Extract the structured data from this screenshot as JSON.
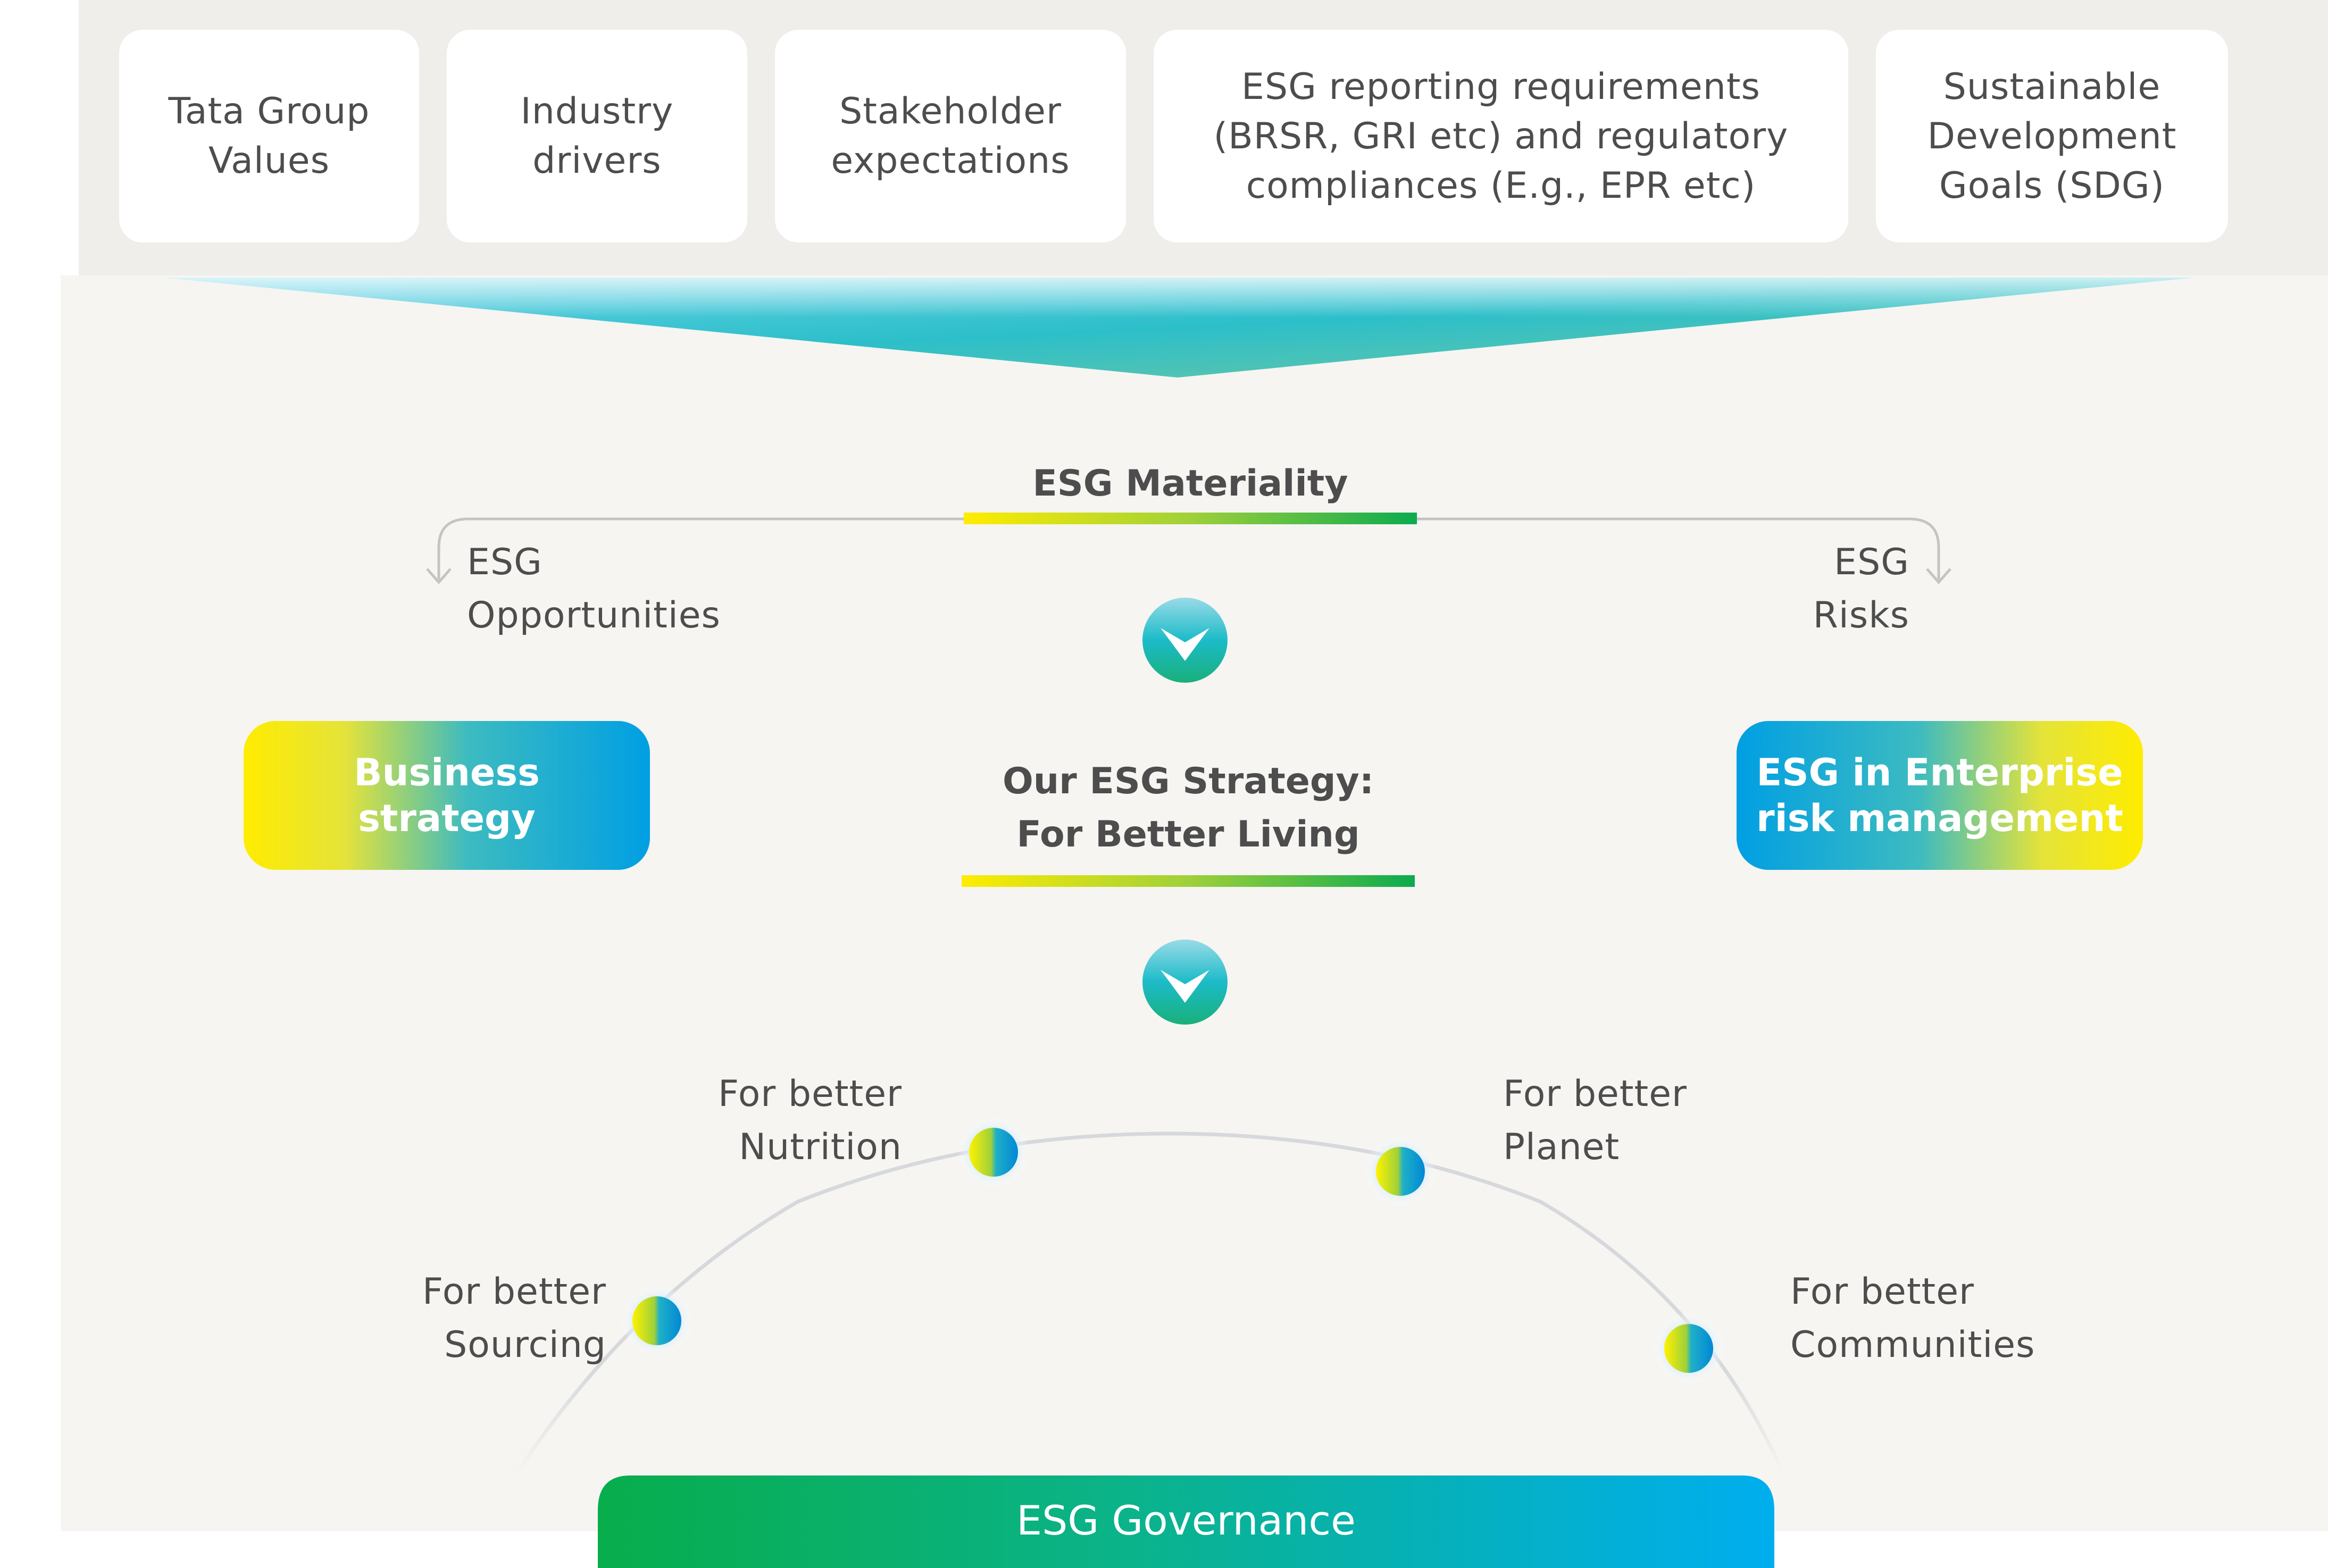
{
  "sources": [
    {
      "label": "Tata Group\nValues"
    },
    {
      "label": "Industry\ndrivers"
    },
    {
      "label": "Stakeholder\nexpectations"
    },
    {
      "label": "ESG reporting requirements\n(BRSR, GRI etc) and regulatory\ncompliances (E.g., EPR etc)"
    },
    {
      "label": "Sustainable\nDevelopment\nGoals (SDG)"
    }
  ],
  "materiality": "ESG Materiality",
  "opportunities": "ESG\nOpportunities",
  "risks": "ESG\nRisks",
  "business_strategy": "Business\nstrategy",
  "enterprise_risk": "ESG in Enterprise\nrisk management",
  "strategy_title": "Our ESG Strategy:\nFor Better Living",
  "pillars": {
    "sourcing": "For better\nSourcing",
    "nutrition": "For better\nNutrition",
    "planet": "For better\nPlanet",
    "communities": "For better\nCommunities"
  },
  "governance": "ESG Governance",
  "colors": {
    "yellow": "#ffec00",
    "green": "#0bab4f",
    "blue": "#009fe3",
    "teal": "#1dc0c5"
  }
}
